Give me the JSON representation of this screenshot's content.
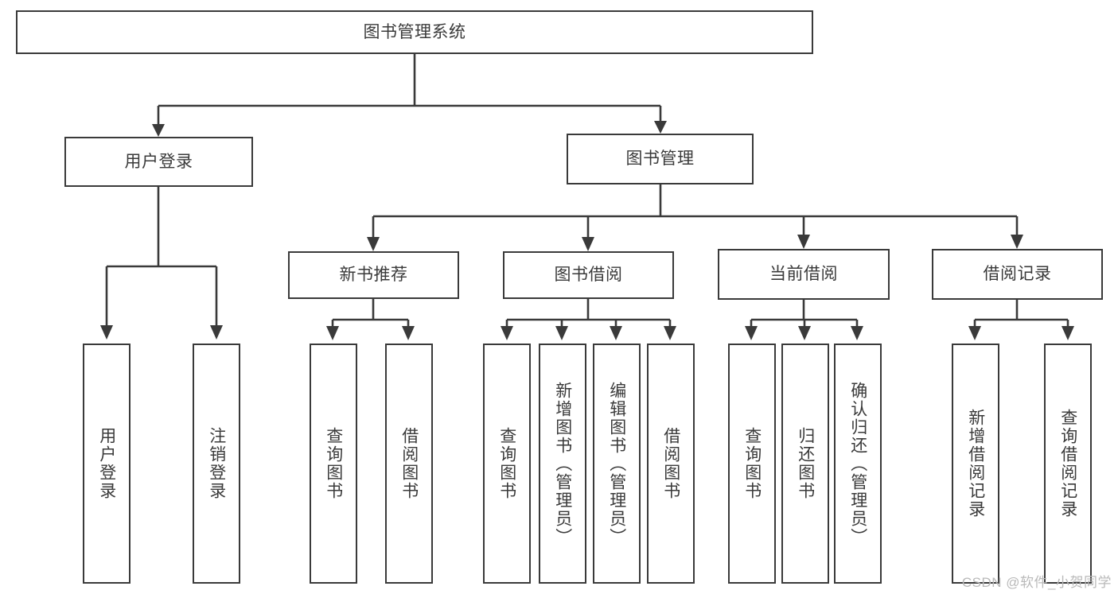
{
  "diagram": {
    "type": "tree-hierarchy-chart",
    "title": "图书管理系统",
    "orientation": "top-down",
    "colors": {
      "box_border": "#3a3a3a",
      "box_fill": "#ffffff",
      "text": "#3a3a3a",
      "connector": "#3a3a3a",
      "watermark": "#b9b9b9",
      "background": "#ffffff"
    },
    "root": {
      "label": "图书管理系统"
    },
    "level2": [
      {
        "label": "用户登录"
      },
      {
        "label": "图书管理"
      }
    ],
    "level3": [
      {
        "label": "新书推荐"
      },
      {
        "label": "图书借阅"
      },
      {
        "label": "当前借阅"
      },
      {
        "label": "借阅记录"
      }
    ],
    "leaves": {
      "user_login": [
        {
          "label": "用户登录"
        },
        {
          "label": "注销登录"
        }
      ],
      "new_book_recommend": [
        {
          "label": "查询图书"
        },
        {
          "label": "借阅图书"
        }
      ],
      "book_borrow": [
        {
          "label": "查询图书"
        },
        {
          "label": "新增图书（管理员）"
        },
        {
          "label": "编辑图书（管理员）"
        },
        {
          "label": "借阅图书"
        }
      ],
      "current_borrow": [
        {
          "label": "查询图书"
        },
        {
          "label": "归还图书"
        },
        {
          "label": "确认归还（管理员）"
        }
      ],
      "borrow_record": [
        {
          "label": "新增借阅记录"
        },
        {
          "label": "查询借阅记录"
        }
      ]
    }
  },
  "watermark": {
    "text": "CSDN @软件_小贺同学"
  }
}
